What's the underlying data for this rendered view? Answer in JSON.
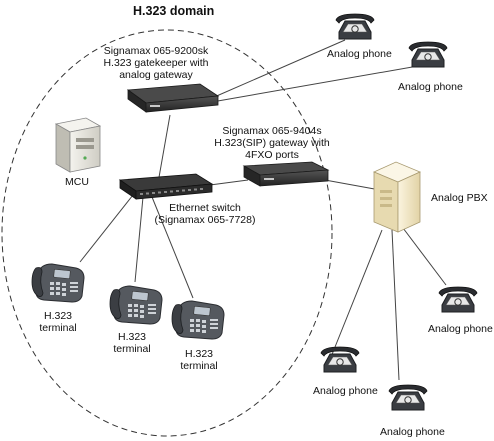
{
  "title": "H.323 domain",
  "labels": {
    "gatekeeper": [
      "Signamax 065-9200sk",
      "H.323 gatekeeper with",
      "analog gateway"
    ],
    "sip_gateway": [
      "Signamax 065-9404s",
      "H.323(SIP) gateway with",
      "4FXO ports"
    ],
    "mcu": "MCU",
    "switch": [
      "Ethernet switch",
      "(Signamax 065-7728)"
    ],
    "pbx": "Analog PBX",
    "phone_tr1": "Analog phone",
    "phone_tr2": "Analog phone",
    "phone_r": "Analog phone",
    "phone_bl": "Analog phone",
    "phone_bm": "Analog phone",
    "term1": [
      "H.323",
      "terminal"
    ],
    "term2": [
      "H.323",
      "terminal"
    ],
    "term3": [
      "H.323",
      "terminal"
    ]
  },
  "colors": {
    "line": "#444444",
    "device_dark": "#2e2e2e",
    "pbx_body": "#f1e6c6",
    "mcu_body": "#e6e4dc",
    "phone_body": "#3a3d42"
  },
  "icons": [
    "gatekeeper-device",
    "sip-gateway-device",
    "ethernet-switch",
    "mcu-server",
    "analog-pbx",
    "analog-phone",
    "h323-terminal-phone"
  ]
}
